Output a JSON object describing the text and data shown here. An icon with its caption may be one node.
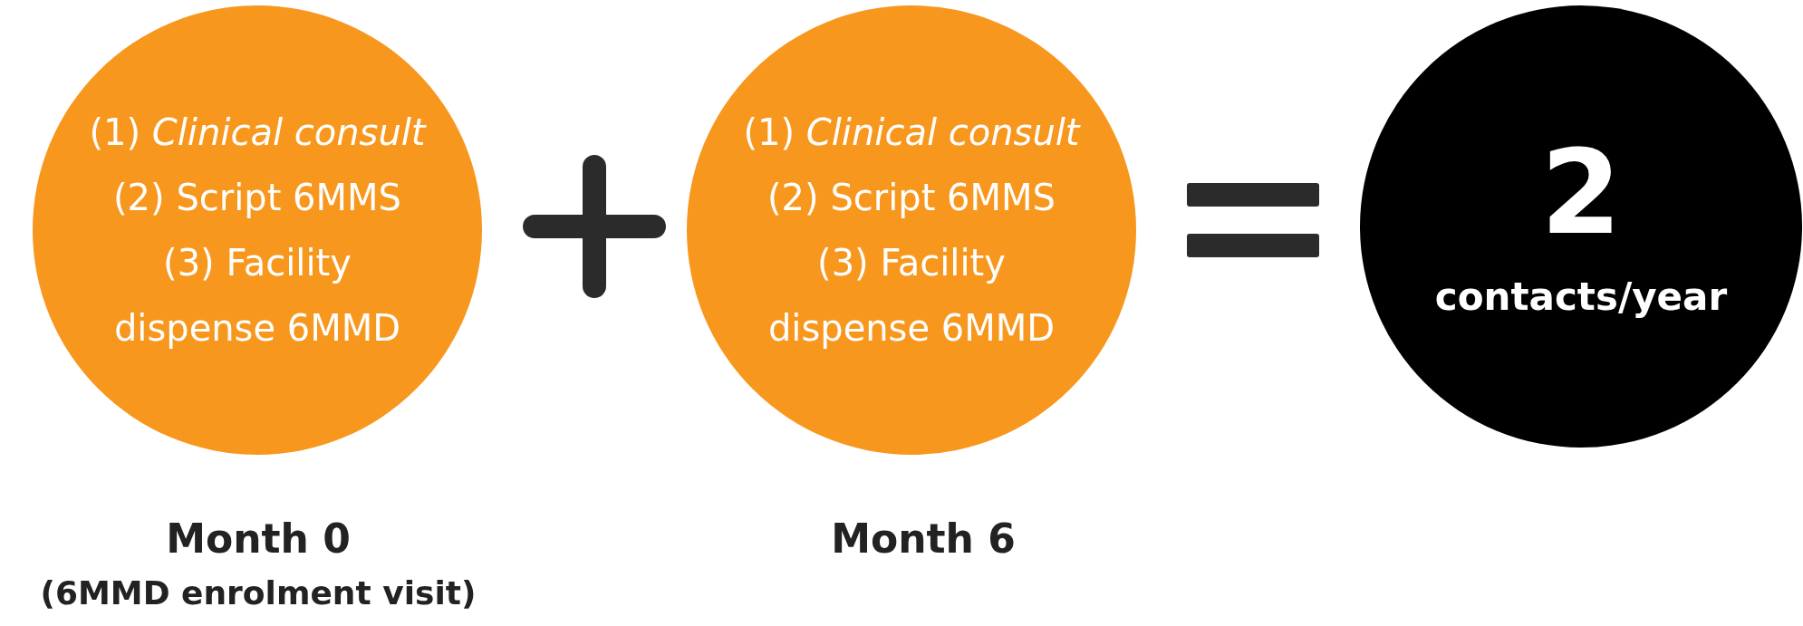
{
  "diagram": {
    "nodes": [
      {
        "text": [
          "(1) *Clinical consult*",
          "(2) Script 6MMS",
          "(3) Facility dispense 6MMD"
        ],
        "beside": [
          "Month 0",
          "(6MMD enrolment visit)"
        ]
      },
      {
        "text": [
          "(1) *Clinical consult*",
          "(2) Script 6MMS",
          "(3) Facility dispense 6MMD"
        ],
        "beside": [
          "Month 6"
        ]
      },
      {
        "text": [
          "2",
          "contacts/year"
        ]
      }
    ]
  }
}
